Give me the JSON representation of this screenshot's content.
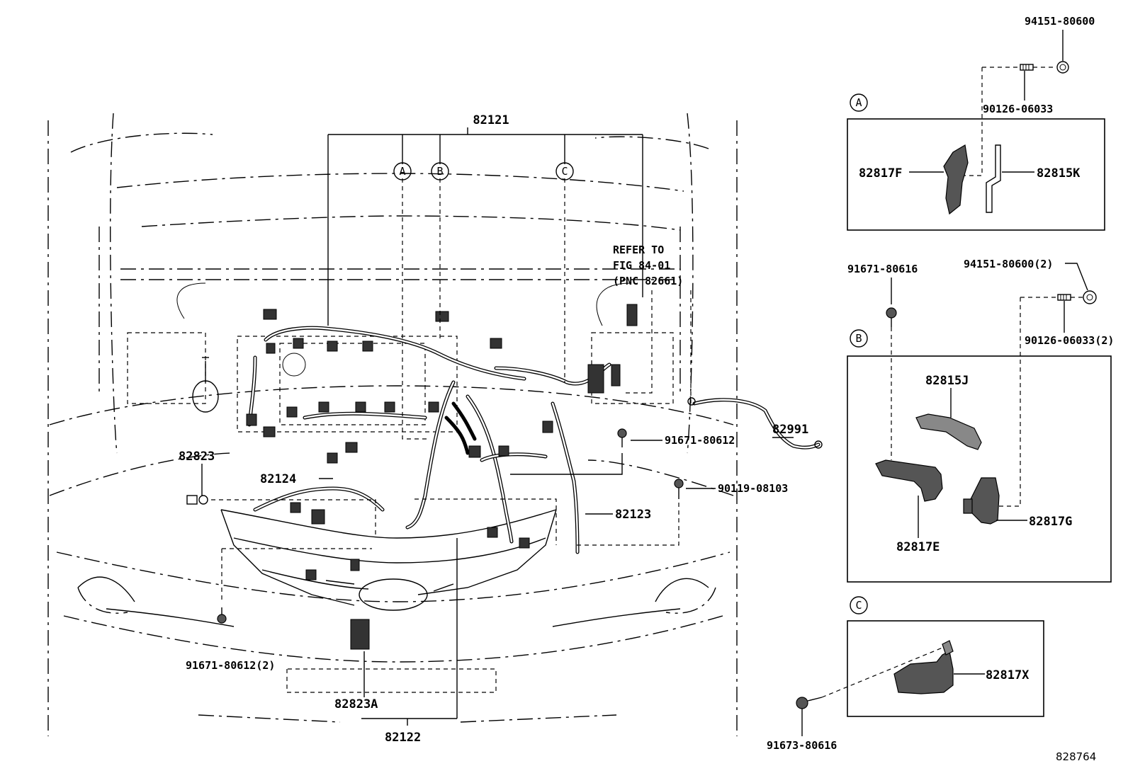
{
  "labels": {
    "p82121": "82121",
    "p82122": "82122",
    "p82123": "82123",
    "p82124": "82124",
    "p82823": "82823",
    "p82823A": "82823A",
    "p82991": "82991",
    "b91671_80612": "91671-80612",
    "b91671_80612_2": "91671-80612(2)",
    "b90119_08103": "90119-08103",
    "refer_line1": "REFER TO",
    "refer_line2": "FIG 84-01",
    "refer_line3": "(PNC 82661)",
    "detail_a": {
      "marker": "A",
      "nut": "94151-80600",
      "stud": "90126-06033",
      "bracket_left": "82817F",
      "bracket_right": "82815K"
    },
    "detail_b": {
      "marker": "B",
      "bolt": "91671-80616",
      "nut": "94151-80600(2)",
      "stud": "90126-06033(2)",
      "bracket_top": "82815J",
      "bracket_left": "82817E",
      "bracket_right": "82817G"
    },
    "detail_c": {
      "marker": "C",
      "bracket": "82817X",
      "bolt": "91673-80616"
    },
    "main_markers": [
      "A",
      "B",
      "C"
    ],
    "figure_id": "828764"
  }
}
